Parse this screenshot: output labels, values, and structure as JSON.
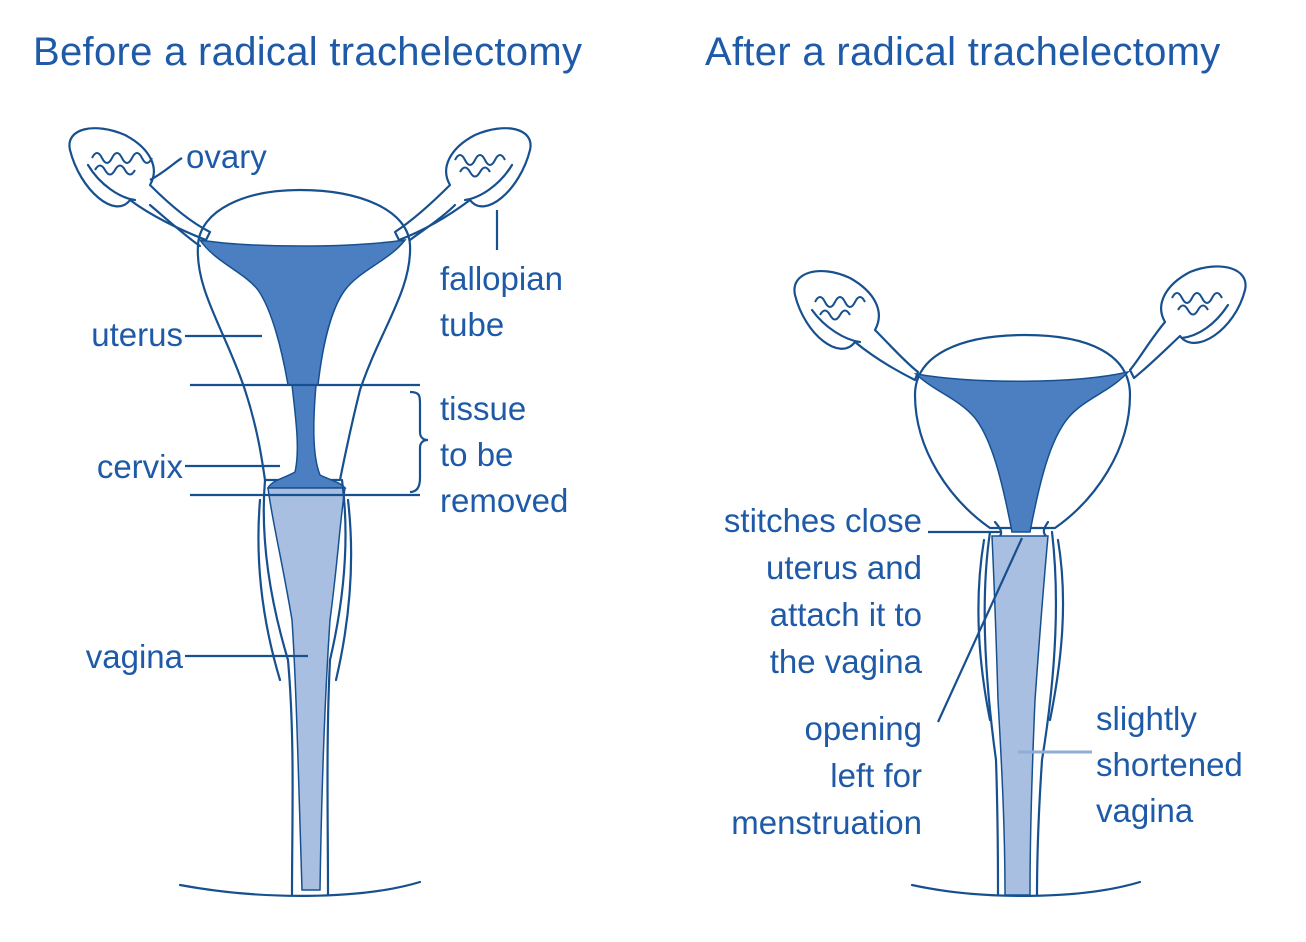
{
  "titles": {
    "before": "Before a radical trachelectomy",
    "after": "After a radical trachelectomy"
  },
  "before_labels": {
    "ovary": "ovary",
    "fallopian_tube": [
      "fallopian",
      "tube"
    ],
    "uterus": "uterus",
    "tissue_removed": [
      "tissue",
      "to be",
      "removed"
    ],
    "cervix": "cervix",
    "vagina": "vagina"
  },
  "after_labels": {
    "stitches": [
      "stitches close",
      "uterus and",
      "attach it to",
      "the vagina"
    ],
    "opening": [
      "opening",
      "left for",
      "menstruation"
    ],
    "shortened_vagina": [
      "slightly",
      "shortened",
      "vagina"
    ]
  },
  "colors": {
    "label_text": "#1e5aa8",
    "outline": "#17508f",
    "dark_fill": "#4c7fc2",
    "light_fill": "#a9bfe1"
  }
}
